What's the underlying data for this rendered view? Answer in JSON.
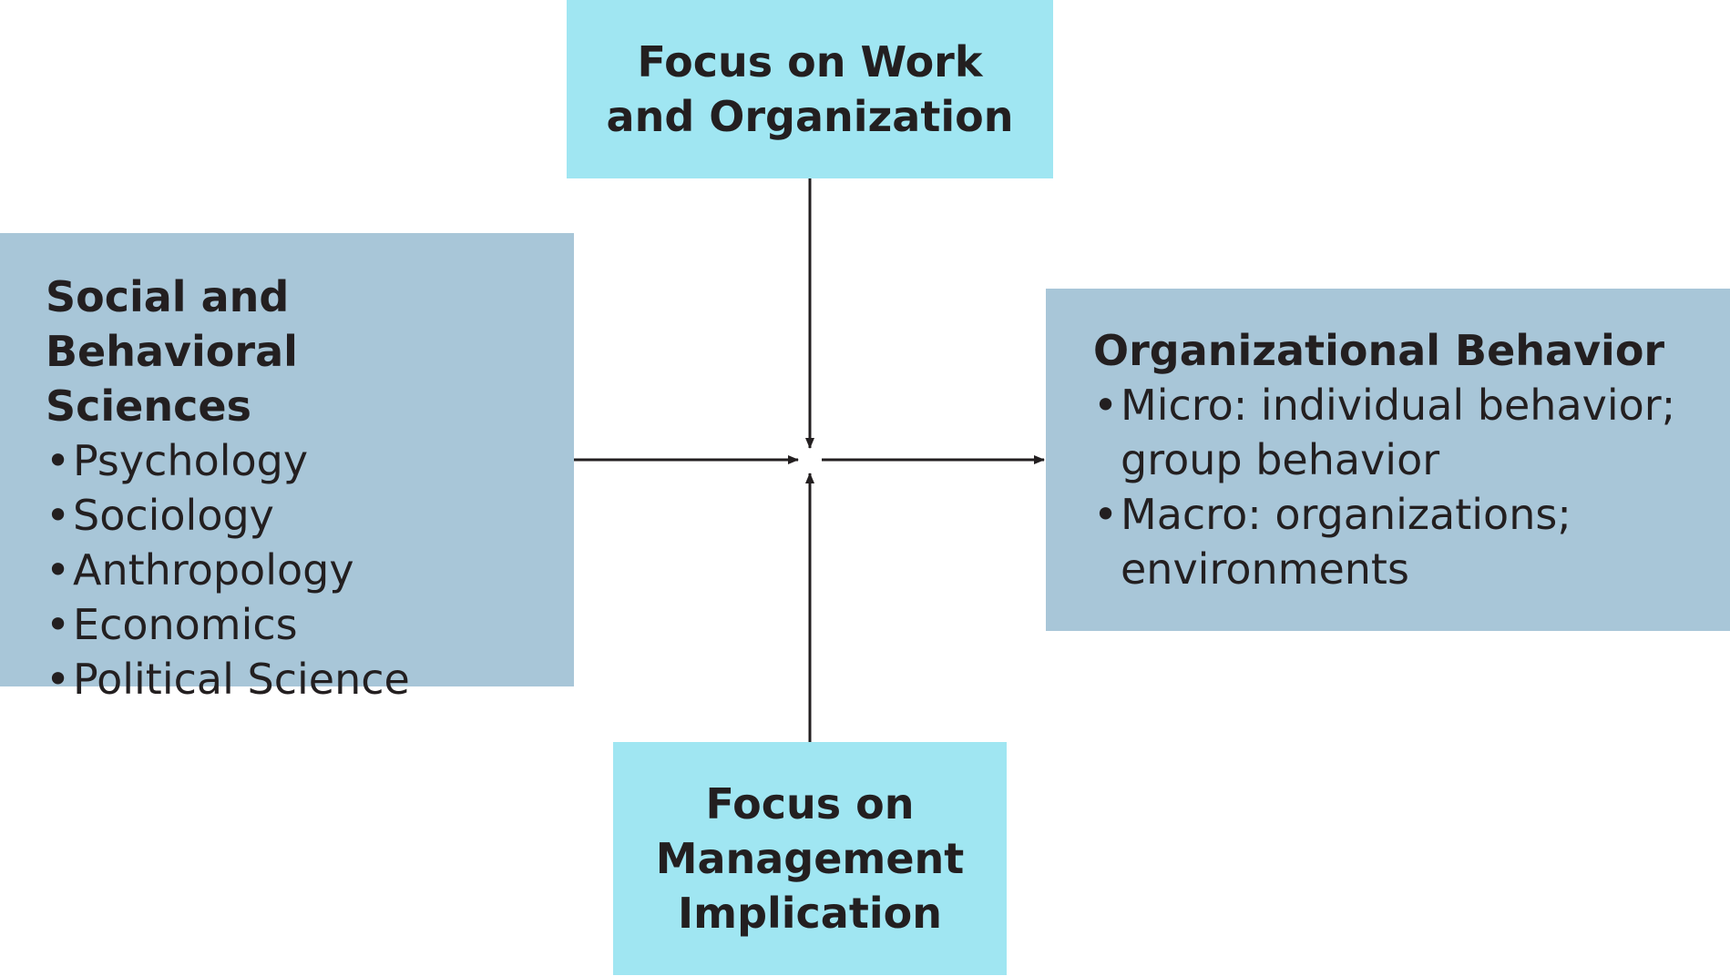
{
  "top_box": {
    "title_line1": "Focus on Work",
    "title_line2": "and Organization"
  },
  "bottom_box": {
    "title_line1": "Focus on",
    "title_line2": "Management",
    "title_line3": "Implication"
  },
  "left_box": {
    "title_line1": "Social and Behavioral",
    "title_line2": "Sciences",
    "bullet_glyph": "•",
    "items": [
      "Psychology",
      "Sociology",
      "Anthropology",
      "Economics",
      "Political Science"
    ]
  },
  "right_box": {
    "title": "Organizational Behavior",
    "bullet_glyph": "•",
    "items": [
      "Micro: individual behavior; group behavior",
      "Macro: organizations; environments"
    ]
  },
  "colors": {
    "focus_box": "#a0e6f2",
    "content_box": "#a8c6d8",
    "text": "#231f20",
    "arrow": "#231f20"
  }
}
